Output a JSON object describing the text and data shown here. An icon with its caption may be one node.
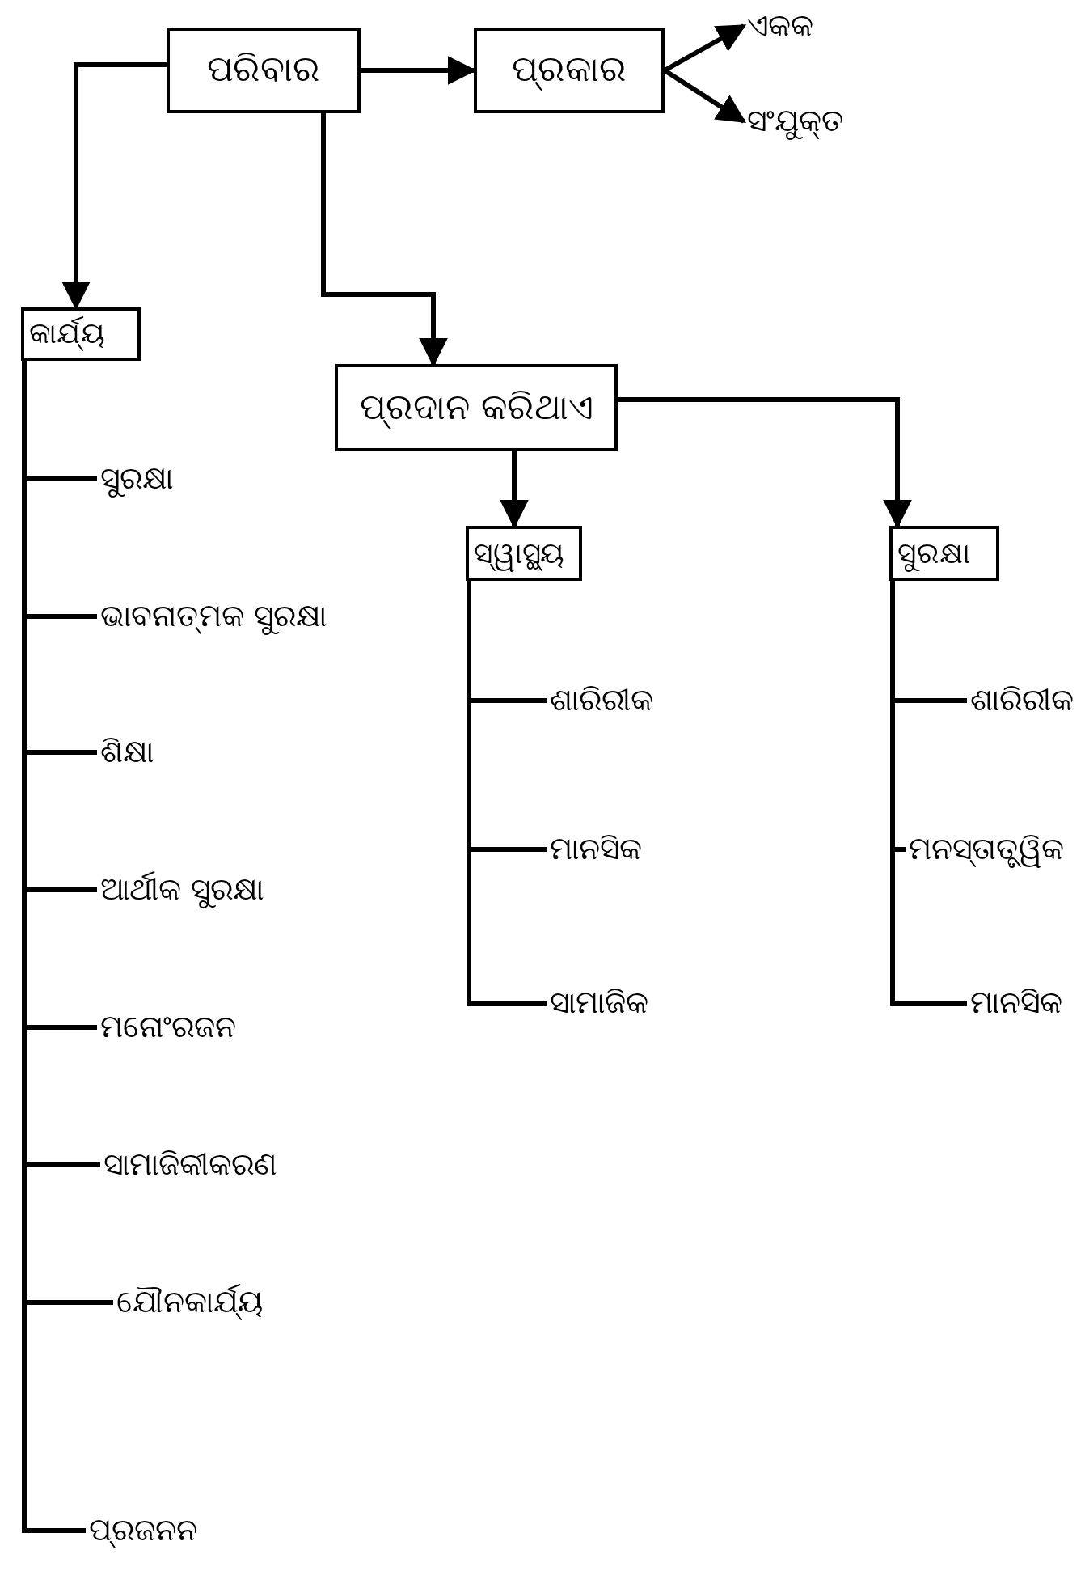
{
  "diagram": {
    "nodes": [
      {
        "text": [
          "ପରିବାର"
        ]
      },
      {
        "text": [
          "ପ୍ରକାର"
        ]
      },
      {
        "text": [
          "ଏକକ"
        ]
      },
      {
        "text": [
          "ସଂଯୁକ୍ତ"
        ]
      },
      {
        "text": [
          "କାର୍ଯ୍ୟ"
        ]
      },
      {
        "text": [
          "ସୁରକ୍ଷା"
        ]
      },
      {
        "text": [
          "ଭାବନାତ୍ମକ ସୁରକ୍ଷା"
        ]
      },
      {
        "text": [
          "ଶିକ୍ଷା"
        ]
      },
      {
        "text": [
          "ଆର୍ଥୀକ ସୁରକ୍ଷା"
        ]
      },
      {
        "text": [
          "ମନୋଂରଜନ"
        ]
      },
      {
        "text": [
          "ସାମାଜିକୀକରଣ"
        ]
      },
      {
        "text": [
          "ଯୌନକାର୍ଯ୍ୟ"
        ]
      },
      {
        "text": [
          "ପ୍ରଜନନ"
        ]
      },
      {
        "text": [
          "ପ୍ରଦାନ କରିଥାଏ"
        ]
      },
      {
        "text": [
          "ସ୍ୱାସ୍ଥ୍ୟ"
        ]
      },
      {
        "text": [
          "ଶାରିରୀକ"
        ]
      },
      {
        "text": [
          "ମାନସିକ"
        ]
      },
      {
        "text": [
          "ସାମାଜିକ"
        ]
      },
      {
        "text": [
          "ସୁରକ୍ଷା"
        ]
      },
      {
        "text": [
          "ଶାରିରୀକ"
        ]
      },
      {
        "text": [
          "ମନସ୍ତାତ୍ତ୍ୱିକ"
        ]
      },
      {
        "text": [
          "ମାନସିକ"
        ]
      }
    ],
    "edges": [
      {
        "from": 0,
        "to": 1,
        "arrow": "to"
      },
      {
        "from": 1,
        "to": 2,
        "arrow": "to"
      },
      {
        "from": 1,
        "to": 3,
        "arrow": "to"
      },
      {
        "from": 0,
        "to": 4,
        "arrow": "to"
      },
      {
        "from": 0,
        "to": 13,
        "arrow": "to"
      },
      {
        "from": 4,
        "to": 5,
        "arrow": "none"
      },
      {
        "from": 4,
        "to": 6,
        "arrow": "none"
      },
      {
        "from": 4,
        "to": 7,
        "arrow": "none"
      },
      {
        "from": 4,
        "to": 8,
        "arrow": "none"
      },
      {
        "from": 4,
        "to": 9,
        "arrow": "none"
      },
      {
        "from": 4,
        "to": 10,
        "arrow": "none"
      },
      {
        "from": 4,
        "to": 11,
        "arrow": "none"
      },
      {
        "from": 4,
        "to": 12,
        "arrow": "none"
      },
      {
        "from": 13,
        "to": 14,
        "arrow": "to"
      },
      {
        "from": 13,
        "to": 18,
        "arrow": "to"
      },
      {
        "from": 14,
        "to": 15,
        "arrow": "none"
      },
      {
        "from": 14,
        "to": 16,
        "arrow": "none"
      },
      {
        "from": 14,
        "to": 17,
        "arrow": "none"
      },
      {
        "from": 18,
        "to": 19,
        "arrow": "none"
      },
      {
        "from": 18,
        "to": 20,
        "arrow": "none"
      },
      {
        "from": 18,
        "to": 21,
        "arrow": "none"
      }
    ]
  }
}
